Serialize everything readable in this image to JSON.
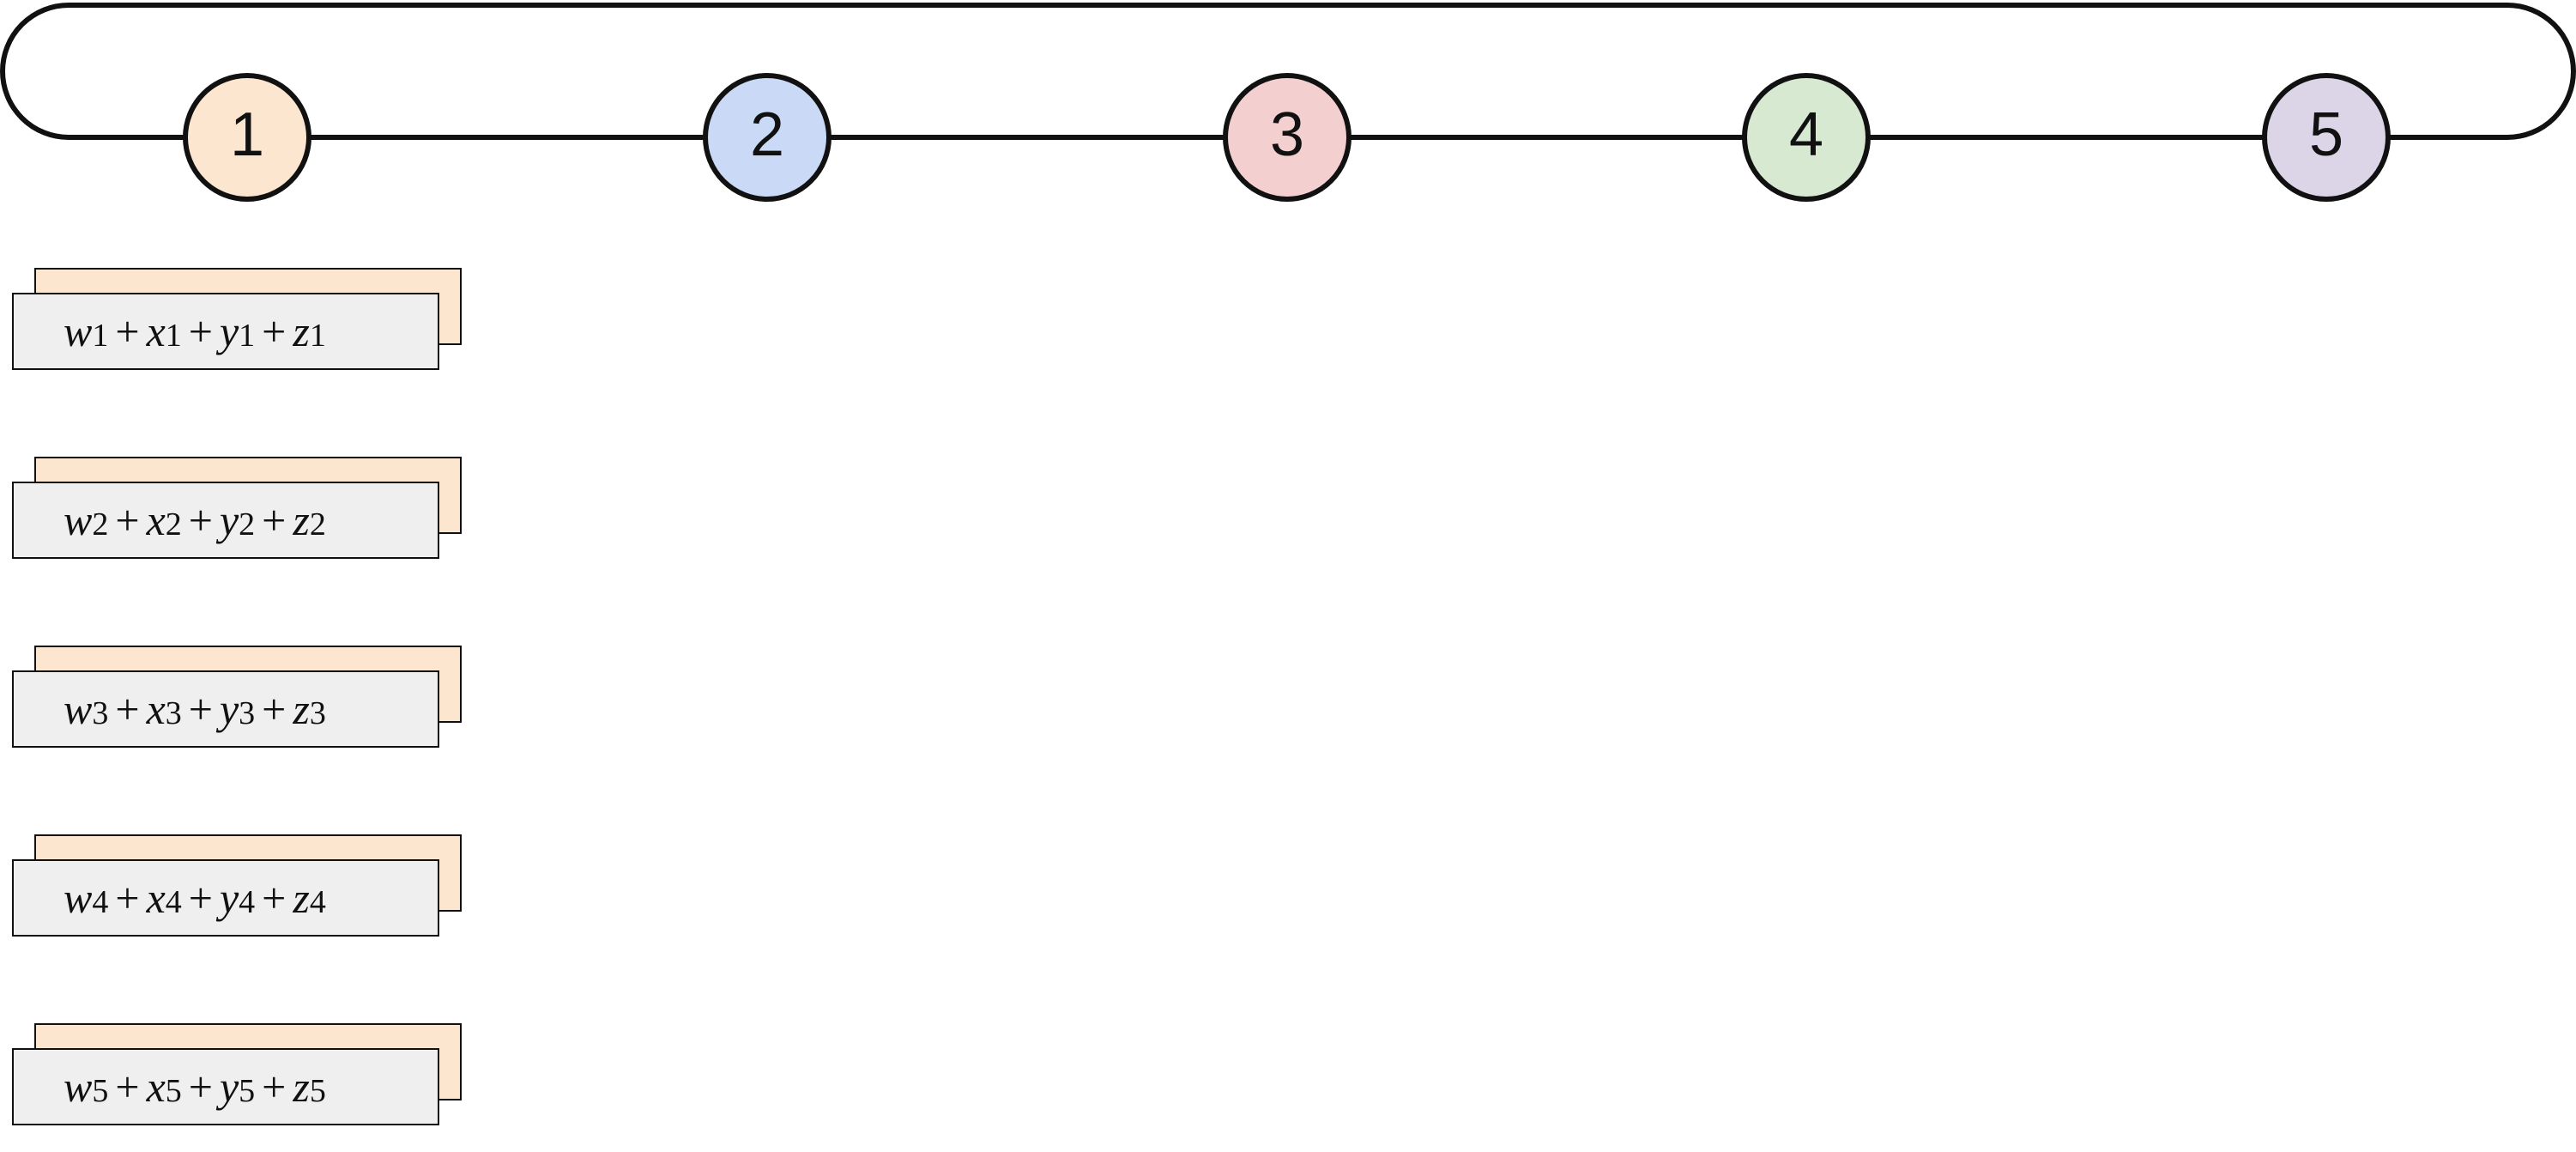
{
  "stages": [
    {
      "label": "1",
      "color": "#fde6cf"
    },
    {
      "label": "2",
      "color": "#cad9f6"
    },
    {
      "label": "3",
      "color": "#f4cfd0"
    },
    {
      "label": "4",
      "color": "#d8e9d2"
    },
    {
      "label": "5",
      "color": "#dcd5e8"
    }
  ],
  "terms": [
    {
      "w": "w",
      "w_sub": "1",
      "x": "x",
      "x_sub": "1",
      "y": "y",
      "y_sub": "1",
      "z": "z",
      "z_sub": "1",
      "op1": "+",
      "op2": "+",
      "op3": "+"
    },
    {
      "w": "w",
      "w_sub": "2",
      "x": "x",
      "x_sub": "2",
      "y": "y",
      "y_sub": "2",
      "z": "z",
      "z_sub": "2",
      "op1": "+",
      "op2": "+",
      "op3": "+"
    },
    {
      "w": "w",
      "w_sub": "3",
      "x": "x",
      "x_sub": "3",
      "y": "y",
      "y_sub": "3",
      "z": "z",
      "z_sub": "3",
      "op1": "+",
      "op2": "+",
      "op3": "+"
    },
    {
      "w": "w",
      "w_sub": "4",
      "x": "x",
      "x_sub": "4",
      "y": "y",
      "y_sub": "4",
      "z": "z",
      "z_sub": "4",
      "op1": "+",
      "op2": "+",
      "op3": "+"
    },
    {
      "w": "w",
      "w_sub": "5",
      "x": "x",
      "x_sub": "5",
      "y": "y",
      "y_sub": "5",
      "z": "z",
      "z_sub": "5",
      "op1": "+",
      "op2": "+",
      "op3": "+"
    }
  ],
  "card_back_color": "#fde6cf",
  "card_front_color": "#efefef"
}
